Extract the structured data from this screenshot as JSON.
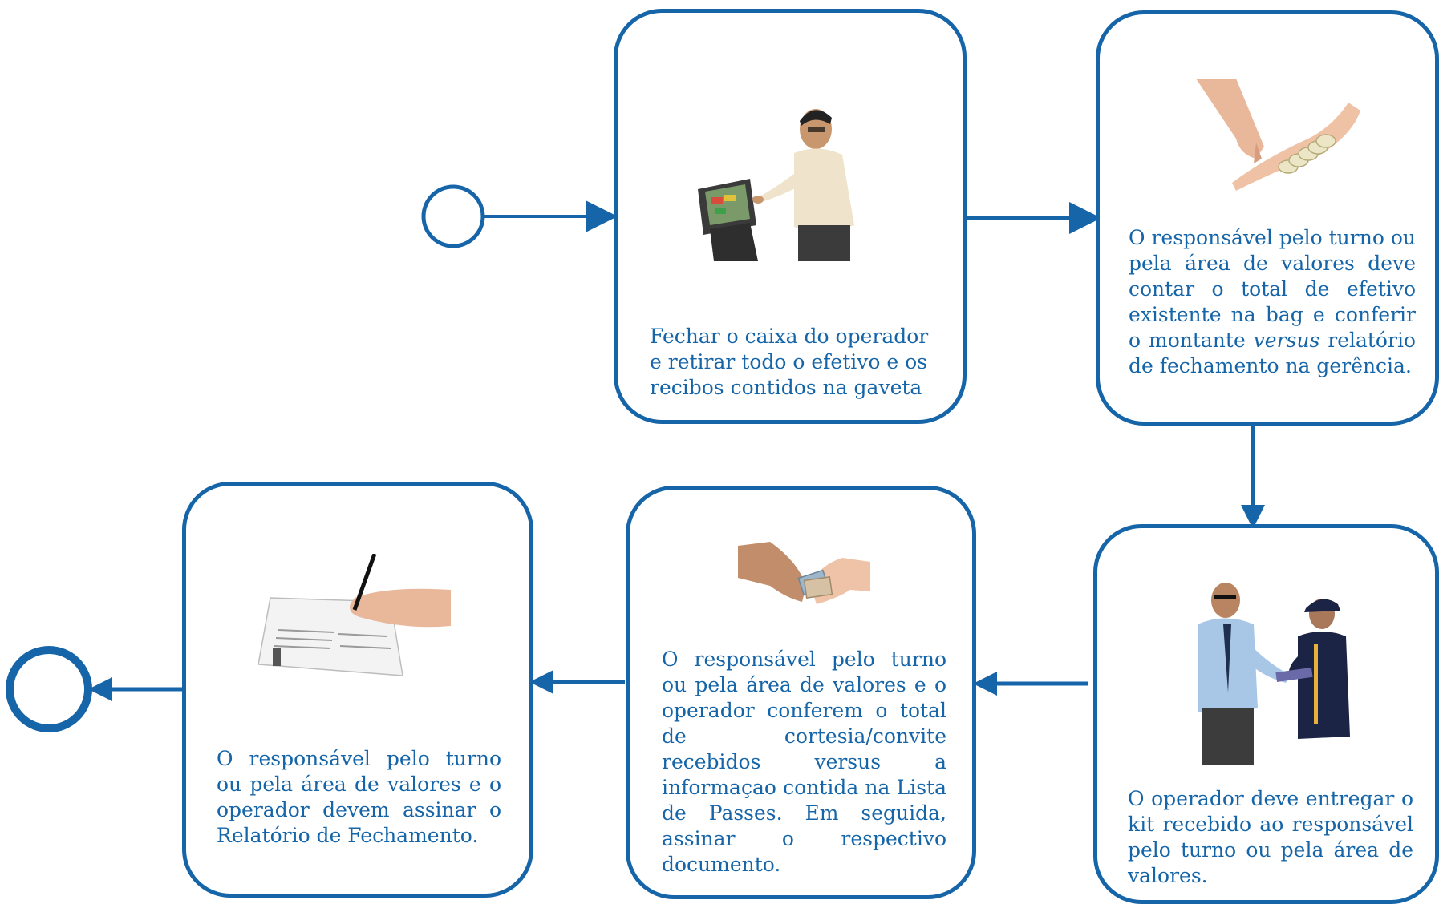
{
  "colors": {
    "accent": "#1565a8"
  },
  "flow": {
    "start_event": "start-circle",
    "end_event": "end-circle",
    "steps": [
      {
        "id": "step1",
        "image": "operator-at-pos-terminal",
        "text": "Fechar o caixa do operador e retirar todo o efetivo e os recibos contidos na gaveta"
      },
      {
        "id": "step2",
        "image": "hand-counting-coins",
        "text_before": "O responsável  pelo turno ou pela área de valores deve contar o total de efetivo existente na bag e conferir o montante ",
        "text_emphasis": "versus",
        "text_after": " relatório de fechamento na gerência."
      },
      {
        "id": "step3",
        "image": "operator-handing-kit",
        "text": "O operador deve entregar o kit recebido ao responsável  pelo turno ou pela área de valores."
      },
      {
        "id": "step4",
        "image": "hands-exchanging-notes",
        "text": "O responsável  pelo turno ou pela área de valores e o operador conferem o total de cortesia/convite recebidos versus a informaçao contida na Lista de Passes. Em seguida, assinar o respectivo documento."
      },
      {
        "id": "step5",
        "image": "hand-signing-document",
        "text": "O responsável  pelo turno ou pela área de valores e o operador devem assinar o Relatório de Fechamento."
      }
    ]
  }
}
